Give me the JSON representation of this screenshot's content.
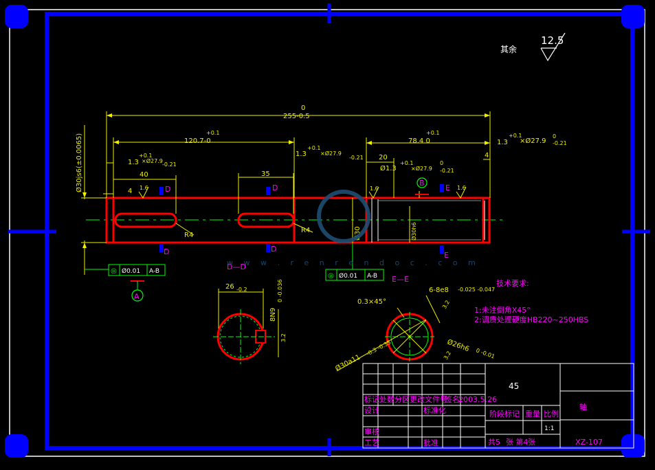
{
  "roughness": {
    "label": "其余",
    "value": "12.5"
  },
  "dims": {
    "total_top": "0",
    "total": "255-0.5",
    "left_len_tol": "+0.1",
    "left_len": "120.7-0",
    "right_len_tol": "+0.1",
    "right_len": "78.4 0",
    "groove1_a": "1.3",
    "groove1_tol": "+0.1",
    "groove1_b": "×Ø27.9",
    "groove1_c": "-0.21",
    "groove2_a": "1.3",
    "groove2_tol": "+0.1",
    "groove2_b": "×Ø27.9",
    "groove2_c": "-0.21",
    "groove3_a": "1.3",
    "groove3_tol": "+0.1",
    "groove3_b": "×Ø27.9",
    "groove3_c": "0",
    "groove3_d": "-0.21",
    "groove4_a": "Ø1.3",
    "groove4_tol": "+0.1",
    "groove4_b": "×Ø27.9",
    "groove4_c": "0",
    "groove4_d": "-0.21",
    "d20": "20",
    "d4r": "4",
    "d40": "40",
    "d4l": "4",
    "d35": "35",
    "r4a": "R4",
    "r4b": "R4",
    "dia_left": "Ø30js6(±0.0065)",
    "dia_mid": "Ø30",
    "dia_right": "Ø30h6",
    "rough_16": "1.6"
  },
  "section_labels": {
    "d": "D",
    "e": "E",
    "b": "B",
    "a": "A",
    "dd": "D—D",
    "ee": "E—E"
  },
  "tolerance_frames": [
    {
      "sym": "◎",
      "val": "Ø0.01",
      "ref": "A-B"
    },
    {
      "sym": "◎",
      "val": "Ø0.01",
      "ref": "A-B"
    }
  ],
  "section_dd": {
    "width": "26",
    "width_tol": "-0.2",
    "keyway": "8N9",
    "keyway_tol": "0 -0.036",
    "rough": "3.2"
  },
  "section_ee": {
    "chamfer": "0.3×45°",
    "spline": "6-8e8",
    "spline_tol": "-0.025 -0.047",
    "rough1": "3.2",
    "rough2": "3.2",
    "outer": "Ø30a11",
    "outer_tol": "-0.3 -0.35",
    "inner": "Ø26h6",
    "inner_tol": "0 -0.01"
  },
  "tech_req": {
    "title": "技术要求:",
    "line1": "1:未注倒角X45°",
    "line2": "2:调质处理硬度HB220~250HBS"
  },
  "watermark": "w w w . r e n r e n d o c . c o m",
  "title_block": {
    "material": "45",
    "part_name": "轴",
    "drawing_no": "XZ-107",
    "scale_label": "比例",
    "scale": "1:1",
    "weight_label": "重量",
    "stage_label": "阶段标记",
    "row_marks": [
      "标记",
      "处数",
      "分区",
      "更改文件号",
      "签名",
      "2003.5.26"
    ],
    "design": "设计",
    "standard": "标准化",
    "audit": "审核",
    "process": "工艺",
    "approve": "批准",
    "sheets_total": "共5",
    "sheet_label": "张 第4",
    "sheet_suffix": "张"
  }
}
